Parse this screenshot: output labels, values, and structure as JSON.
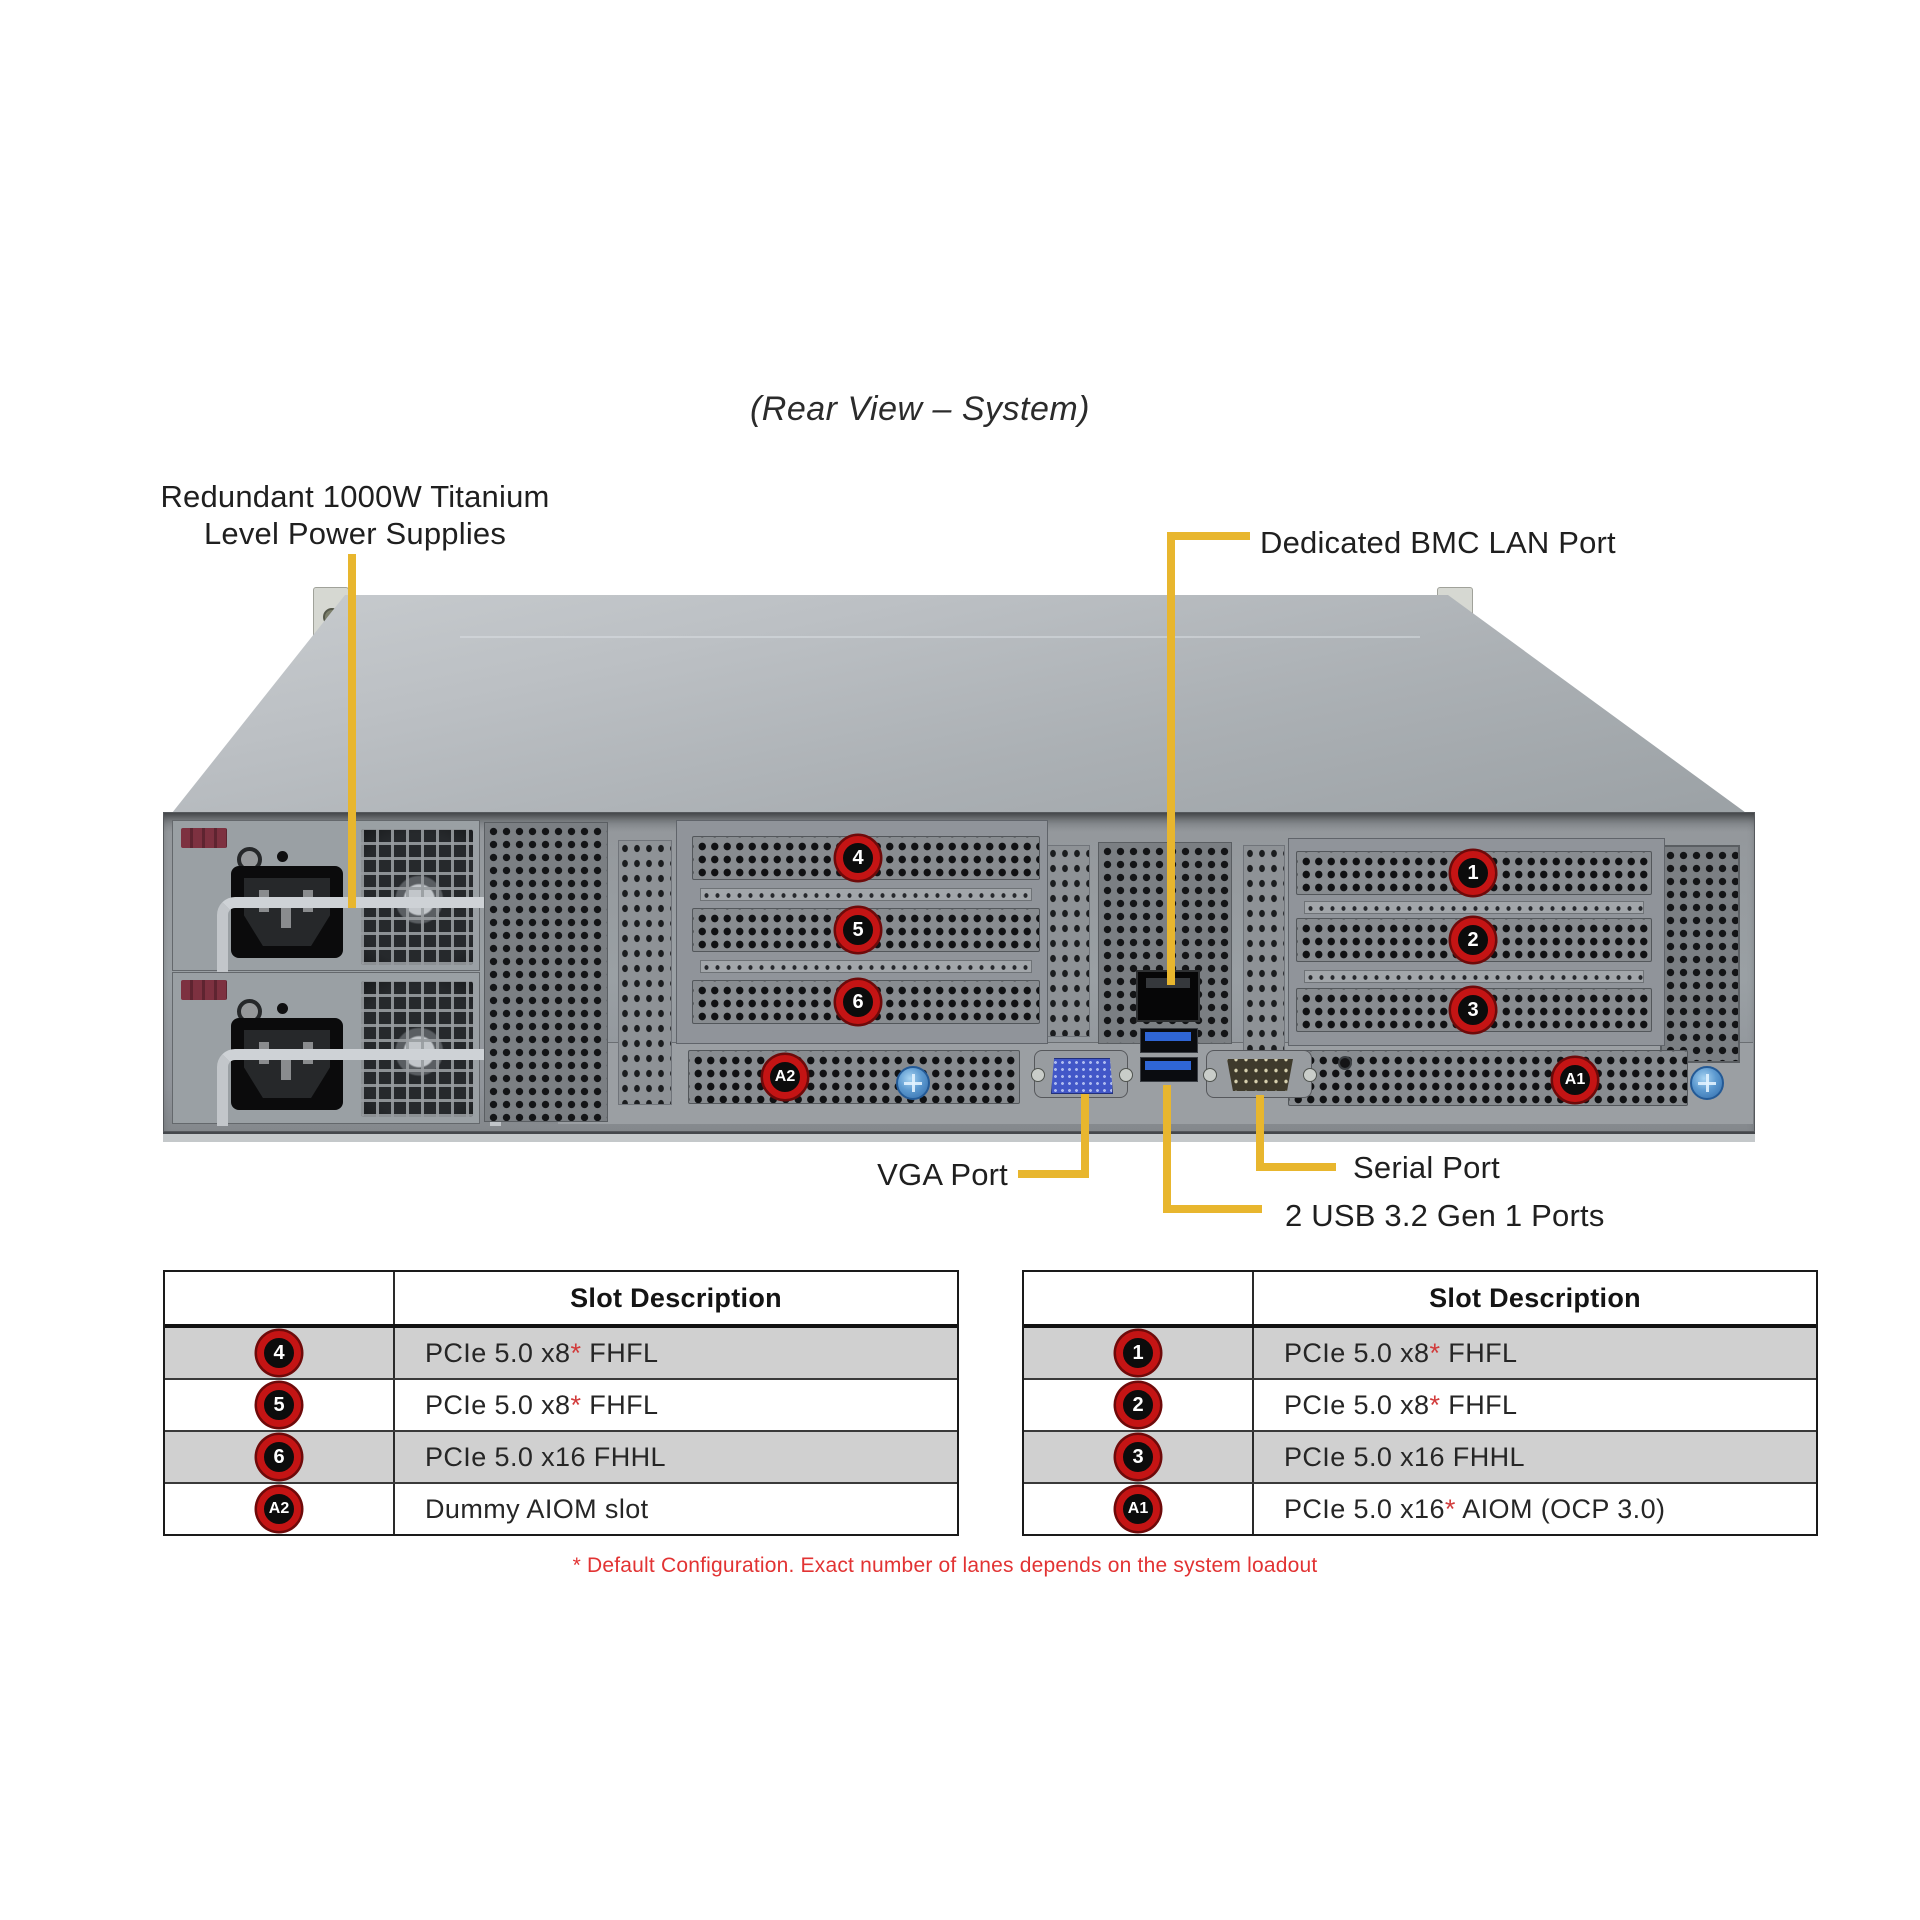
{
  "title": "(Rear View – System)",
  "callouts": {
    "psu_line1": "Redundant  1000W Titanium",
    "psu_line2": "Level Power Supplies",
    "bmc": "Dedicated BMC LAN Port",
    "vga": "VGA Port",
    "serial": "Serial Port",
    "usb": "2 USB 3.2 Gen 1 Ports"
  },
  "chassis": {
    "badges": {
      "s4": "4",
      "s5": "5",
      "s6": "6",
      "a2": "A2",
      "s1": "1",
      "s2": "2",
      "s3": "3",
      "a1": "A1"
    }
  },
  "tables": {
    "left": {
      "header": "Slot Description",
      "rows": [
        {
          "slot": "4",
          "pre": "PCIe 5.0 x8",
          "star": "*",
          "post": " FHFL"
        },
        {
          "slot": "5",
          "pre": "PCIe 5.0 x8",
          "star": "*",
          "post": " FHFL"
        },
        {
          "slot": "6",
          "pre": "PCIe 5.0 x16",
          "star": "",
          "post": " FHHL"
        },
        {
          "slot": "A2",
          "pre": "Dummy AIOM slot",
          "star": "",
          "post": ""
        }
      ]
    },
    "right": {
      "header": "Slot Description",
      "rows": [
        {
          "slot": "1",
          "pre": "PCIe 5.0 x8",
          "star": "*",
          "post": " FHFL"
        },
        {
          "slot": "2",
          "pre": "PCIe 5.0 x8",
          "star": "*",
          "post": " FHFL"
        },
        {
          "slot": "3",
          "pre": "PCIe 5.0 x16",
          "star": "",
          "post": " FHHL"
        },
        {
          "slot": "A1",
          "pre": "PCIe 5.0 x16",
          "star": "*",
          "post": " AIOM (OCP 3.0)"
        }
      ]
    }
  },
  "footnote": "* Default Configuration. Exact number of lanes depends on the system loadout",
  "colors": {
    "callout_line": "#e8b62e",
    "badge_ring": "#c41414",
    "footnote_red": "#e23333"
  }
}
